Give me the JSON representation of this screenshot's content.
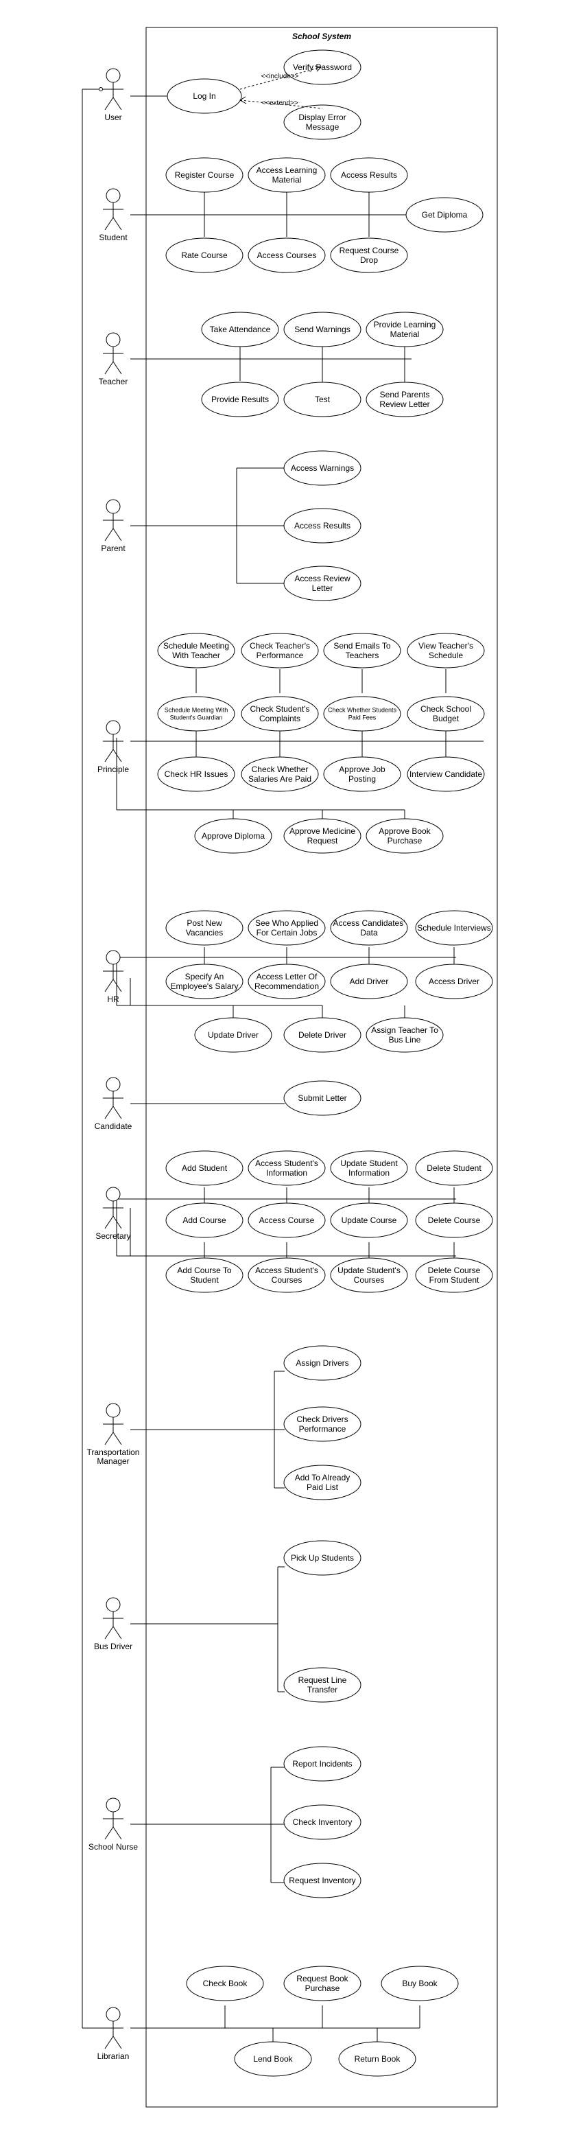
{
  "system": {
    "title": "School System"
  },
  "actors": {
    "user": "User",
    "student": "Student",
    "teacher": "Teacher",
    "parent": "Parent",
    "principle": "Principle",
    "hr": "HR",
    "candidate": "Candidate",
    "secretary": "Secretary",
    "transport": [
      "Transportation",
      "Manager"
    ],
    "busdriver": "Bus Driver",
    "nurse": "School Nurse",
    "librarian": "Librarian"
  },
  "relations": {
    "include": "<<include>>",
    "extend": "<<extend>>"
  },
  "usecases": {
    "login": [
      "Log In"
    ],
    "verify": [
      "Verify Password"
    ],
    "error": [
      "Display Error",
      "Message"
    ],
    "regcourse": [
      "Register Course"
    ],
    "learnmat": [
      "Access Learning",
      "Material"
    ],
    "accresults": [
      "Access Results"
    ],
    "diploma": [
      "Get Diploma"
    ],
    "ratecourse": [
      "Rate Course"
    ],
    "acccourses": [
      "Access Courses"
    ],
    "coursedrop": [
      "Request Course",
      "Drop"
    ],
    "attendance": [
      "Take Attendance"
    ],
    "sendwarn": [
      "Send Warnings"
    ],
    "provmat": [
      "Provide Learning",
      "Material"
    ],
    "provres": [
      "Provide Results"
    ],
    "test": [
      "Test"
    ],
    "parentsletter": [
      "Send Parents",
      "Review Letter"
    ],
    "pwarn": [
      "Access Warnings"
    ],
    "pres": [
      "Access Results"
    ],
    "preview": [
      "Access Review",
      "Letter"
    ],
    "schedteacher": [
      "Schedule Meeting",
      "With Teacher"
    ],
    "teacherperf": [
      "Check Teacher's",
      "Performance"
    ],
    "emailteachers": [
      "Send Emails To",
      "Teachers"
    ],
    "teachersched": [
      "View Teacher's",
      "Schedule"
    ],
    "schedguardian": [
      "Schedule Meeting With",
      "Student's Guardian"
    ],
    "complaints": [
      "Check Student's",
      "Complaints"
    ],
    "paidfees": [
      "Check Whether Students",
      "Paid Fees"
    ],
    "budget": [
      "Check School",
      "Budget"
    ],
    "hrissues": [
      "Check HR Issues"
    ],
    "salaries": [
      "Check Whether",
      "Salaries Are Paid"
    ],
    "jobposting": [
      "Approve Job",
      "Posting"
    ],
    "interview": [
      "Interview Candidate"
    ],
    "apdiploma": [
      "Approve Diploma"
    ],
    "apmedicine": [
      "Approve Medicine",
      "Request"
    ],
    "apbook": [
      "Approve Book",
      "Purchase"
    ],
    "postvac": [
      "Post New",
      "Vacancies"
    ],
    "whoapplied": [
      "See Who Applied",
      "For Certain Jobs"
    ],
    "canddata": [
      "Access Candidates'",
      "Data"
    ],
    "schedinterviews": [
      "Schedule Interviews"
    ],
    "salary": [
      "Specify An",
      "Employee's Salary"
    ],
    "recletter": [
      "Access Letter Of",
      "Recommendation"
    ],
    "adddriver": [
      "Add Driver"
    ],
    "accdriver": [
      "Access Driver"
    ],
    "upddriver": [
      "Update Driver"
    ],
    "deldriver": [
      "Delete Driver"
    ],
    "assignbus": [
      "Assign Teacher To",
      "Bus Line"
    ],
    "submitletter": [
      "Submit Letter"
    ],
    "addstudent": [
      "Add Student"
    ],
    "studinfo": [
      "Access Student's",
      "Information"
    ],
    "updinfo": [
      "Update Student",
      "Information"
    ],
    "delstudent": [
      "Delete Student"
    ],
    "addcourse": [
      "Add Course"
    ],
    "acccourse": [
      "Access Course"
    ],
    "updcourse": [
      "Update Course"
    ],
    "delcourse": [
      "Delete Course"
    ],
    "coursetostud": [
      "Add Course To",
      "Student"
    ],
    "studcourses": [
      "Access Student's",
      "Courses"
    ],
    "updstudcourses": [
      "Update Student's",
      "Courses"
    ],
    "delcoursefrom": [
      "Delete Course",
      "From Student"
    ],
    "assigndrivers": [
      "Assign Drivers"
    ],
    "driversperf": [
      "Check Drivers",
      "Performance"
    ],
    "paidlist": [
      "Add To Already",
      "Paid List"
    ],
    "pickup": [
      "Pick Up Students"
    ],
    "linetransfer": [
      "Request Line",
      "Transfer"
    ],
    "incidents": [
      "Report Incidents"
    ],
    "inventory": [
      "Check Inventory"
    ],
    "reqinventory": [
      "Request Inventory"
    ],
    "checkbook": [
      "Check Book"
    ],
    "reqbook": [
      "Request Book",
      "Purchase"
    ],
    "buybook": [
      "Buy Book"
    ],
    "lendbook": [
      "Lend Book"
    ],
    "returnbook": [
      "Return Book"
    ]
  }
}
